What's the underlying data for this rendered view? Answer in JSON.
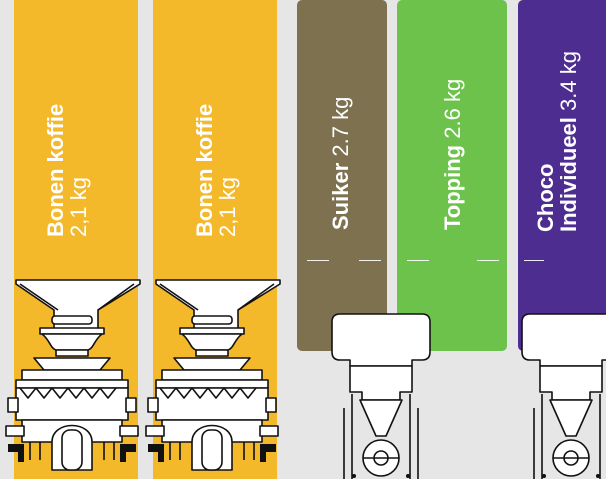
{
  "bins": [
    {
      "id": "bonen-1",
      "name": "Bonen koffie",
      "quantity": "2,1 kg",
      "color": "#f4b92b"
    },
    {
      "id": "bonen-2",
      "name": "Bonen koffie",
      "quantity": "2,1 kg",
      "color": "#f4b92b"
    },
    {
      "id": "suiker",
      "name": "Suiker",
      "quantity": "2.7 kg",
      "color": "#7d7150"
    },
    {
      "id": "topping",
      "name": "Topping",
      "quantity": "2.6 kg",
      "color": "#6cc24a"
    },
    {
      "id": "choco",
      "name_line1": "Choco",
      "name_line2": "Individueel",
      "quantity": "3.4 kg",
      "color": "#4e2d91"
    }
  ],
  "icons": {
    "grinder": "coffee-grinder-icon",
    "dispenser": "powder-dispenser-icon"
  }
}
